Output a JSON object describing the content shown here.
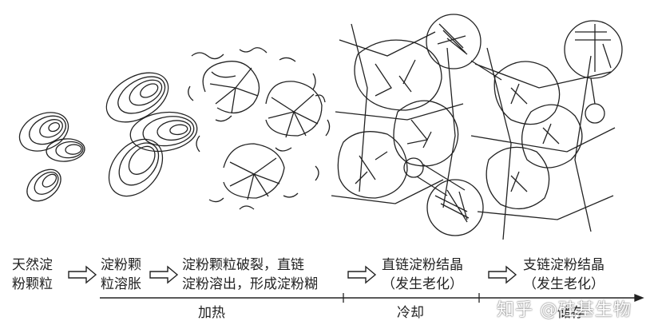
{
  "stages": {
    "s1": [
      "天然淀",
      "粉颗粒"
    ],
    "s2": [
      "淀粉颗",
      "粒溶胀"
    ],
    "s3": [
      "淀粉颗粒破裂，直链",
      "淀粉溶出，形成淀粉糊"
    ],
    "s4": [
      "直链淀粉结晶",
      "（发生老化）"
    ],
    "s5": [
      "支链淀粉结晶",
      "（发生老化）"
    ]
  },
  "axis": {
    "heat": "加热",
    "cool": "冷却",
    "store": "储存"
  },
  "watermark": "知乎 @硅基生物",
  "colors": {
    "ink": "#222222",
    "watermark": "#ffffff"
  }
}
